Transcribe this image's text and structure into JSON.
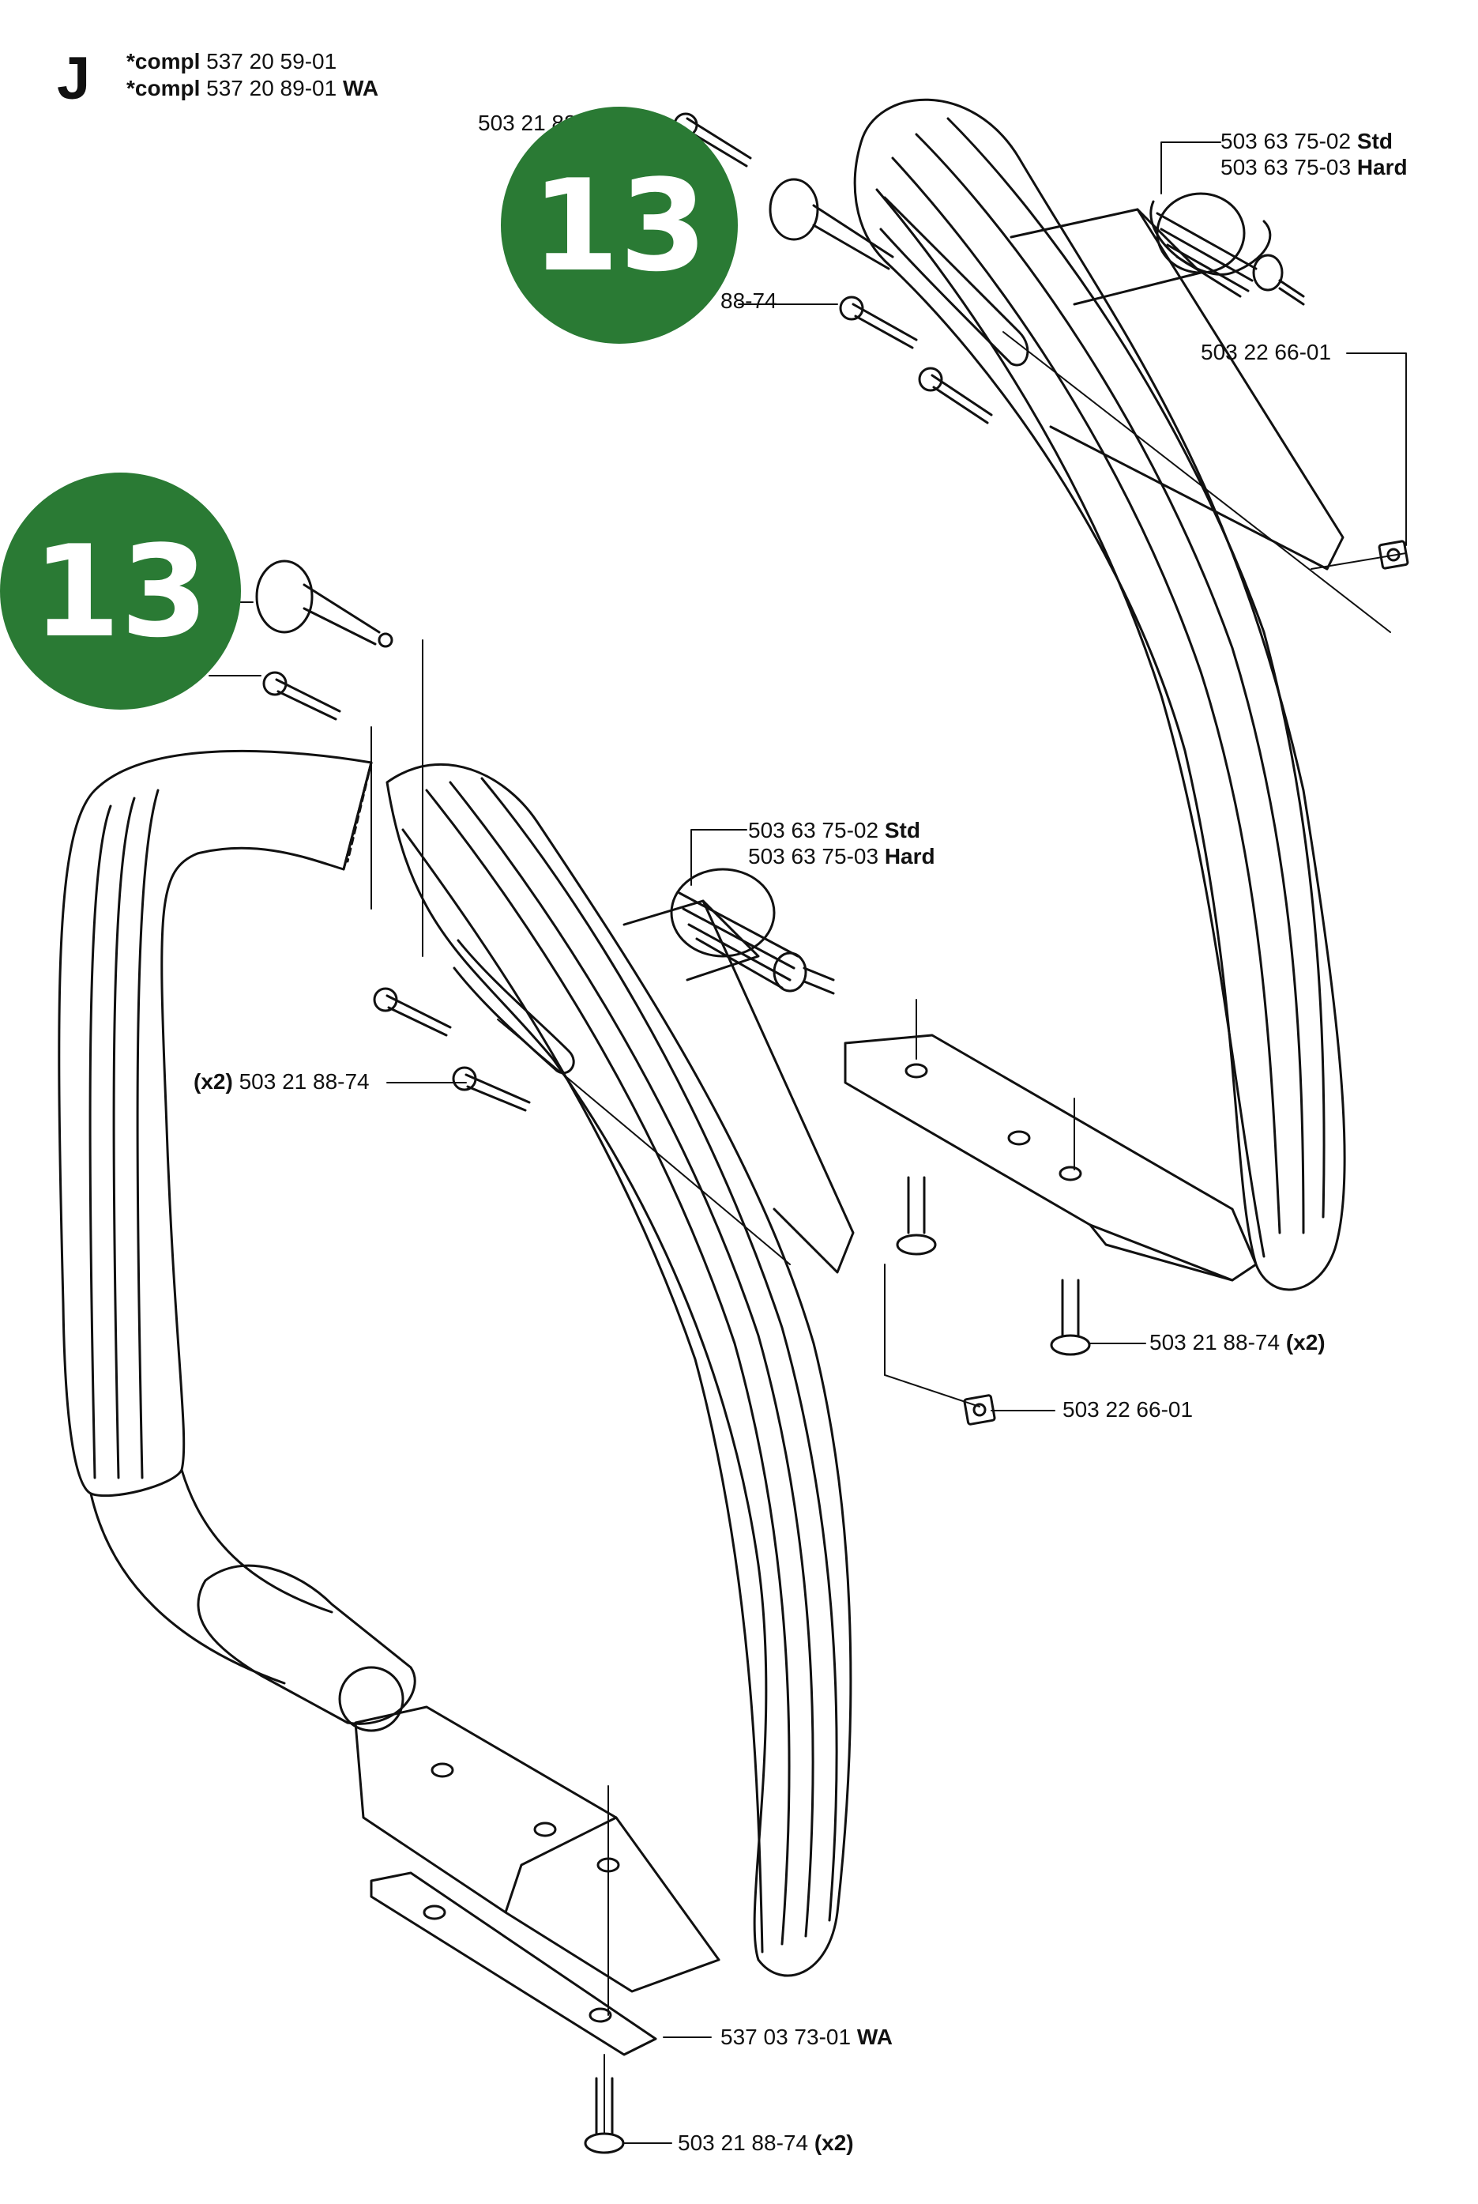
{
  "section": "J",
  "compl": [
    {
      "prefix": "*compl",
      "part": "537 20 59-01",
      "suffix": ""
    },
    {
      "prefix": "*compl",
      "part": "537 20 89-01",
      "suffix": "WA"
    }
  ],
  "badge": "13",
  "callouts": {
    "top_partial": "503 21 88",
    "top_bolt_left": "88-74",
    "spring_top_std": {
      "part": "503 63 75-02",
      "suffix": "Std"
    },
    "spring_top_hard": {
      "part": "503 63 75-03",
      "suffix": "Hard"
    },
    "nut_top": {
      "part": "503 22 66-01"
    },
    "spring_mid_std": {
      "part": "503 63 75-02",
      "suffix": "Std"
    },
    "spring_mid_hard": {
      "part": "503 63 75-03",
      "suffix": "Hard"
    },
    "bolts_left": {
      "prefix": "(x2)",
      "part": "503 21 88-74"
    },
    "bolt_right": {
      "part": "503 21 88-74",
      "suffix": "(x2)"
    },
    "nut_mid": {
      "part": "503 22 66-01"
    },
    "plate": {
      "part": "537 03 73-01",
      "suffix": "WA"
    },
    "bolt_bottom": {
      "part": "503 21 88-74",
      "suffix": "(x2)"
    }
  },
  "colors": {
    "badge": "#2a7a34",
    "line": "#111111"
  }
}
